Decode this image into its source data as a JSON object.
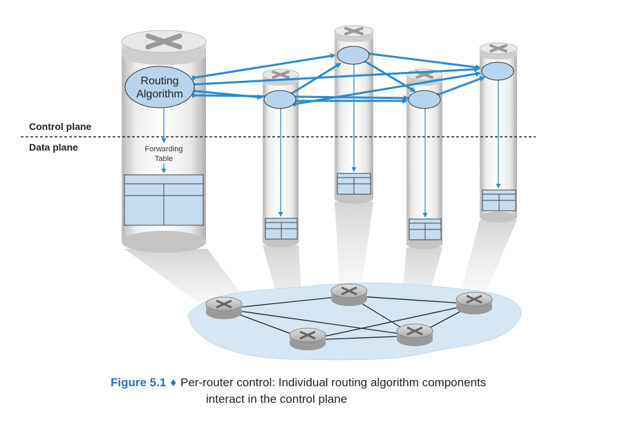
{
  "labels": {
    "control_plane": "Control plane",
    "data_plane": "Data plane",
    "routing_algorithm_line1": "Routing",
    "routing_algorithm_line2": "Algorithm",
    "forwarding_table_line1": "Forwarding",
    "forwarding_table_line2": "Table"
  },
  "caption": {
    "figure_number": "Figure 5.1",
    "separator": "♦",
    "text_line1": "Per-router control: Individual routing algorithm components",
    "text_line2": "interact in the control plane"
  },
  "colors": {
    "arrow": "#2a8bd0",
    "node_fill": "#b8d4ea",
    "network_bg": "#d6e7f3",
    "table_fill": "#c6dcee"
  }
}
